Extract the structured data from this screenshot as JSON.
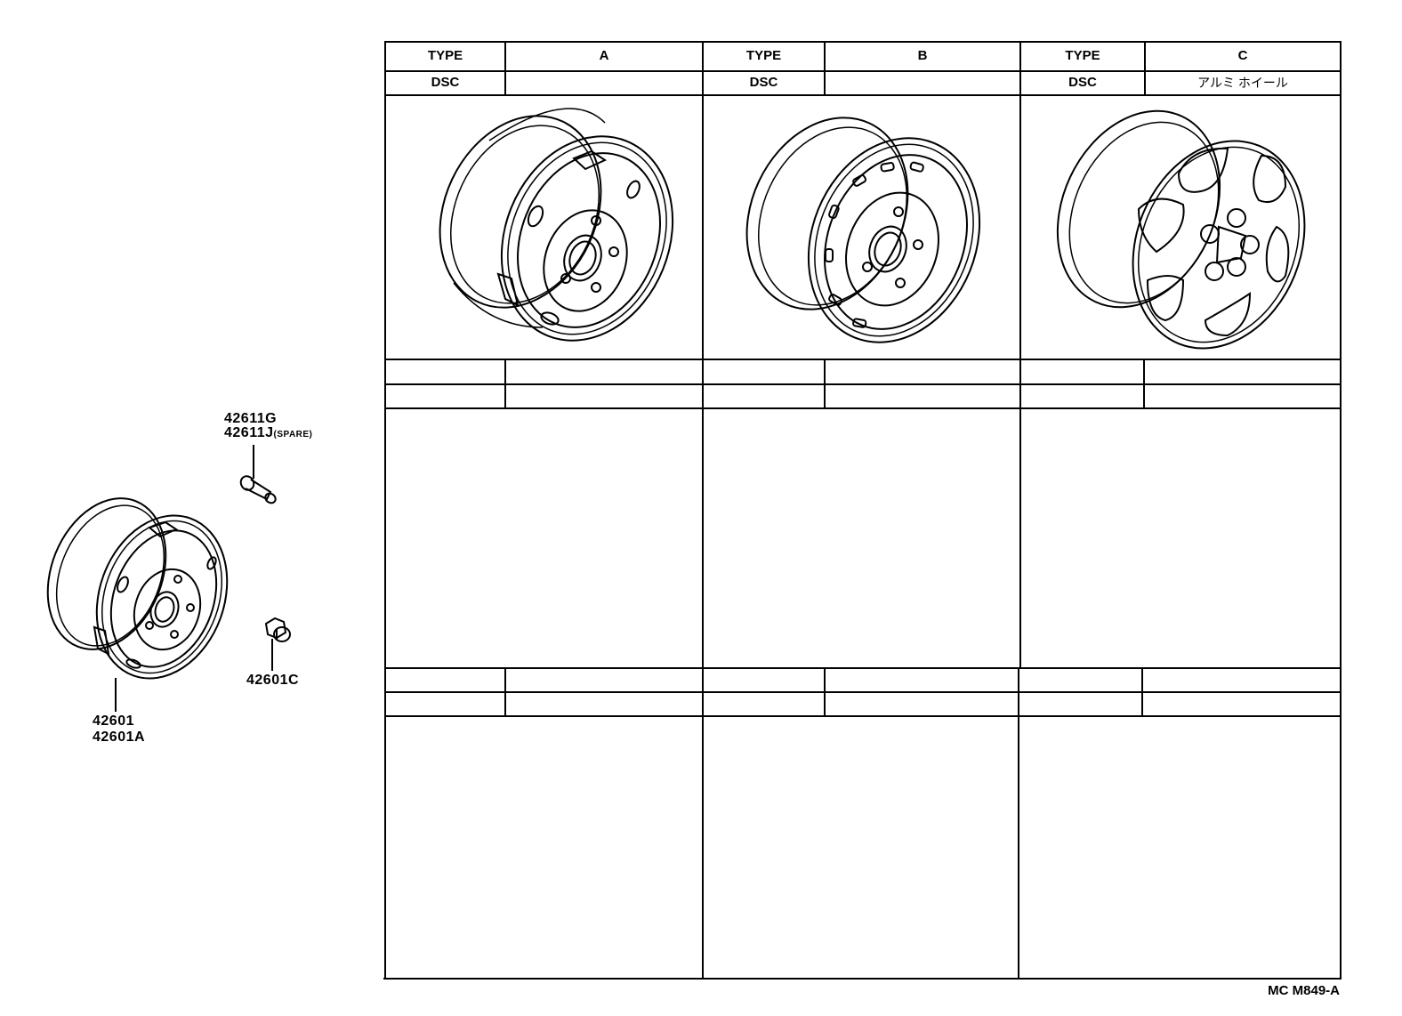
{
  "table": {
    "columns": [
      {
        "type_label": "TYPE",
        "type_value": "A",
        "dsc_label": "DSC",
        "dsc_value": "",
        "wheel_style": "steel-wheel-5-hole"
      },
      {
        "type_label": "TYPE",
        "type_value": "B",
        "dsc_label": "DSC",
        "dsc_value": "",
        "wheel_style": "steel-wheel-slotted"
      },
      {
        "type_label": "TYPE",
        "type_value": "C",
        "dsc_label": "DSC",
        "dsc_value": "アルミ ホイール",
        "wheel_style": "aluminum-wheel-6-spoke"
      }
    ]
  },
  "callouts": {
    "valve": {
      "line1": "42611G",
      "line2": "42611J",
      "line2_suffix": "(SPARE)"
    },
    "nut": {
      "line1": "42601C"
    },
    "wheel": {
      "line1": "42601",
      "line2": "42601A"
    }
  },
  "footer": {
    "diagram_code": "MC M849-A"
  }
}
